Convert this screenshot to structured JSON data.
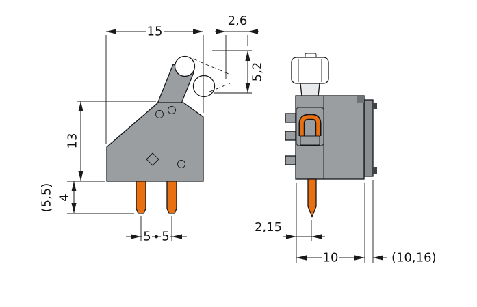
{
  "left_view": {
    "dims": {
      "overall_width": "15",
      "lever_tip_width": "2,6",
      "lever_tip_height": "5,2",
      "body_height": "13",
      "pin_length_alt": "(5,5)",
      "pin_length": "4",
      "pitch_left": "5",
      "pitch_right": "5"
    }
  },
  "right_view": {
    "dims": {
      "pin_offset": "2,15",
      "body_width": "10",
      "overall_depth_alt": "(10,16)"
    }
  },
  "colors": {
    "body_gray": "#9b9ea1",
    "side_gray": "#8b8e91",
    "dark_tab": "#3f4245",
    "accent_orange": "#e87010",
    "line_black": "#1a1a1a",
    "lever_white": "#ffffff",
    "stem_gray": "#e8e9ea"
  }
}
